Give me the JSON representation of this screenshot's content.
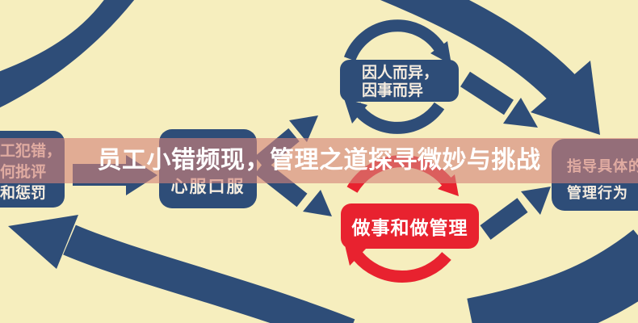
{
  "title": {
    "text": "员工小错频现，管理之道探寻微妙与挑战"
  },
  "boxes": {
    "mistake": {
      "lines": [
        "工犯错，",
        "何批评",
        "和惩罚"
      ]
    },
    "differ": {
      "lines": [
        "因人而异，",
        "因事而异"
      ]
    },
    "persuade": {
      "label": "心服口服"
    },
    "manage": {
      "label": "做事和做管理"
    },
    "guide": {
      "lines": [
        "指导具体的",
        "管理行为"
      ]
    }
  },
  "colors": {
    "background": "#f6eebe",
    "blue": "#2e4d78",
    "red": "#e8222f",
    "title_band": "rgba(212,130,122,0.62)",
    "text": "#ffffff"
  }
}
